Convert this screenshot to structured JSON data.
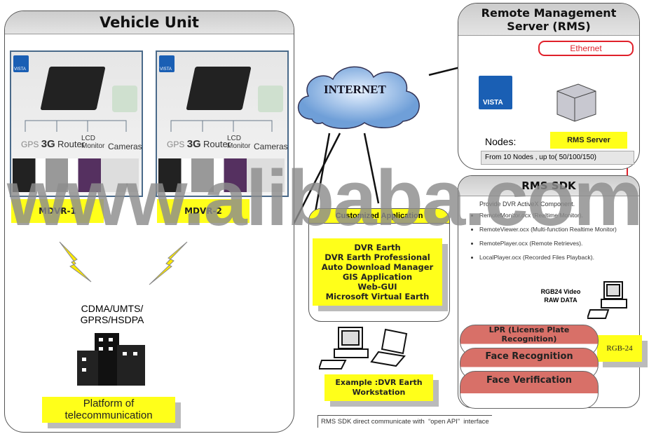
{
  "vehicle_unit": {
    "title": "Vehicle Unit",
    "units": [
      {
        "label": "MDVR-1"
      },
      {
        "label": "MDVR-2"
      }
    ],
    "components": {
      "gps": "GPS",
      "g3": "3G",
      "router": "Router",
      "lcd": "LCD",
      "monitor": "Monitor",
      "cameras": "Cameras"
    },
    "logo_text": "VISTA",
    "network": "CDMA/UMTS/\nGPRS/HSDPA",
    "platform": "Platform of\ntelecommunication"
  },
  "internet": "INTERNET",
  "rms": {
    "title": "Remote Management\nServer (RMS)",
    "ethernet": "Ethernet",
    "logo_text": "VISTA",
    "server": "RMS Server",
    "nodes_label": "Nodes:",
    "nodes_value": "From 10 Nodes , up to( 50/100/150)"
  },
  "custom_app": {
    "title": "Customized Application",
    "items": [
      "DVR Earth",
      "DVR Earth Professional",
      "Auto Download Manager",
      "GIS Application",
      "Web-GUI",
      "Microsoft Virtual Earth"
    ],
    "workstation": "Example :DVR Earth\nWorkstation"
  },
  "sdk": {
    "title": "RMS SDK",
    "intro": "Provide DVR ActiveX Component.",
    "items": [
      "RemoteMonitor.ocx (Realtime Monitor).",
      "RemoteViewer.ocx (Multi-function Realtime Monitor)",
      "RemotePlayer.ocx (Remote Retrieves).",
      "LocalPlayer.ocx (Recorded Files Playback)."
    ],
    "raw": "RGB24 Video\nRAW DATA",
    "rgb": "RGB-24",
    "modules": [
      "LPR (License Plate\nRecognition)",
      "Face Recognition",
      "Face Verification"
    ]
  },
  "footnote": "RMS SDK direct communicate with  “open API”  interface",
  "watermark": "www.alibaba.com",
  "colors": {
    "highlight": "#ffff1a",
    "module": "#d87068",
    "ethernet": "#e0202a"
  }
}
